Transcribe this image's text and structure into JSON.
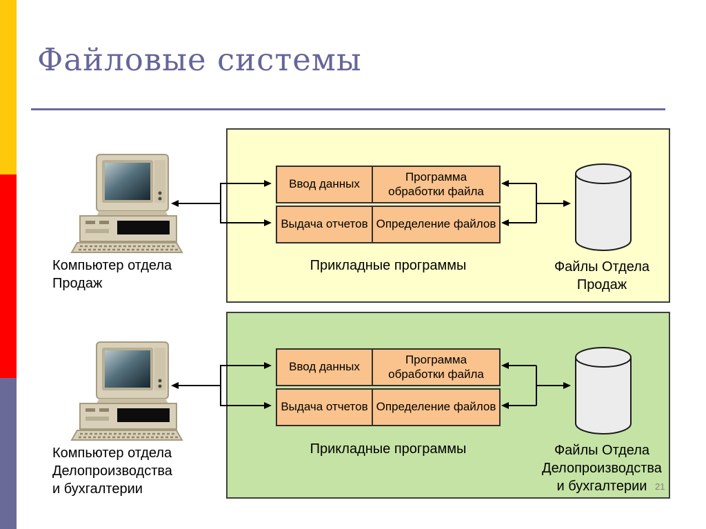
{
  "slide": {
    "title": "Файловые системы",
    "page_number": "21"
  },
  "colors": {
    "accent_yellow": "#FFC90B",
    "accent_red": "#FE0000",
    "accent_purple": "#6A6A99",
    "title_color": "#666699",
    "sales_panel_bg": "#FFFFCC",
    "clerical_panel_bg": "#C5E3A5",
    "module_box_bg": "#FAC28C",
    "cylinder_fill": "#ECECEC"
  },
  "panels": [
    {
      "name": "sales",
      "computer_label_lines": [
        "Компьютер отдела",
        "Продаж"
      ],
      "modules": {
        "input": "Ввод данных",
        "processing": "Программа обработки файла",
        "reports": "Выдача отчетов",
        "definition": "Определение файлов"
      },
      "programs_caption": "Прикладные программы",
      "files_label_lines": [
        "Файлы Отдела",
        "Продаж"
      ]
    },
    {
      "name": "clerical",
      "computer_label_lines": [
        "Компьютер отдела",
        "Делопроизводства",
        "и бухгалтерии"
      ],
      "modules": {
        "input": "Ввод данных",
        "processing": "Программа обработки файла",
        "reports": "Выдача отчетов",
        "definition": "Определение файлов"
      },
      "programs_caption": "Прикладные программы",
      "files_label_lines": [
        "Файлы Отдела",
        "Делопроизводства",
        "и бухгалтерии"
      ]
    }
  ]
}
